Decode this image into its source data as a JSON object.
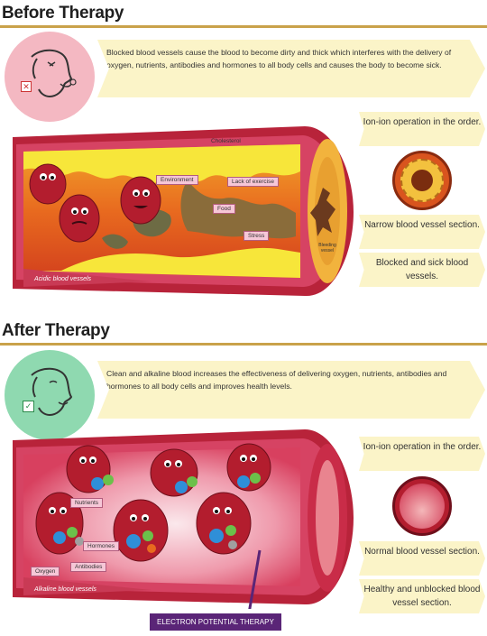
{
  "before": {
    "title": "Before Therapy",
    "description": "Blocked blood vessels cause the blood to become dirty and thick which interferes with the delivery of oxygen, nutrients, antibodies and hormones to all body cells and causes the body to become sick.",
    "vessel_label": "Acidic blood vessels",
    "tags": {
      "cholesterol": "Cholesterol",
      "environment": "Environment",
      "lack_of_exercise": "Lack of exercise",
      "food": "Food",
      "stress": "Stress",
      "bleeding": "Bleeding vessel"
    },
    "side_labels": {
      "operation": "Ion-ion operation in the order.",
      "section": "Narrow blood vessel section.",
      "status": "Blocked and sick blood vessels."
    }
  },
  "after": {
    "title": "After Therapy",
    "description": "Clean and alkaline blood increases the effectiveness of delivering oxygen, nutrients, antibodies and hormones to all body cells and improves health levels.",
    "vessel_label": "Alkaline blood vessels",
    "tags": {
      "nutrients": "Nutrients",
      "hormones": "Hormones",
      "oxygen": "Oxygen",
      "antibodies": "Antibodies"
    },
    "therapy": "ELECTRON POTENTIAL THERAPY",
    "side_labels": {
      "operation": "Ion-ion operation in the order.",
      "section": "Normal blood vessel section.",
      "status": "Healthy and unblocked blood vessel section."
    }
  },
  "colors": {
    "accent_rule": "#c9a24a",
    "before_badge": "#f4b8c2",
    "after_badge": "#8fd9b0",
    "label_bg": "#fbf4c8",
    "therapy_bg": "#5a2577"
  },
  "icons": [
    "sick-face-icon",
    "healthy-face-icon",
    "cross-mark-icon",
    "check-mark-icon"
  ]
}
